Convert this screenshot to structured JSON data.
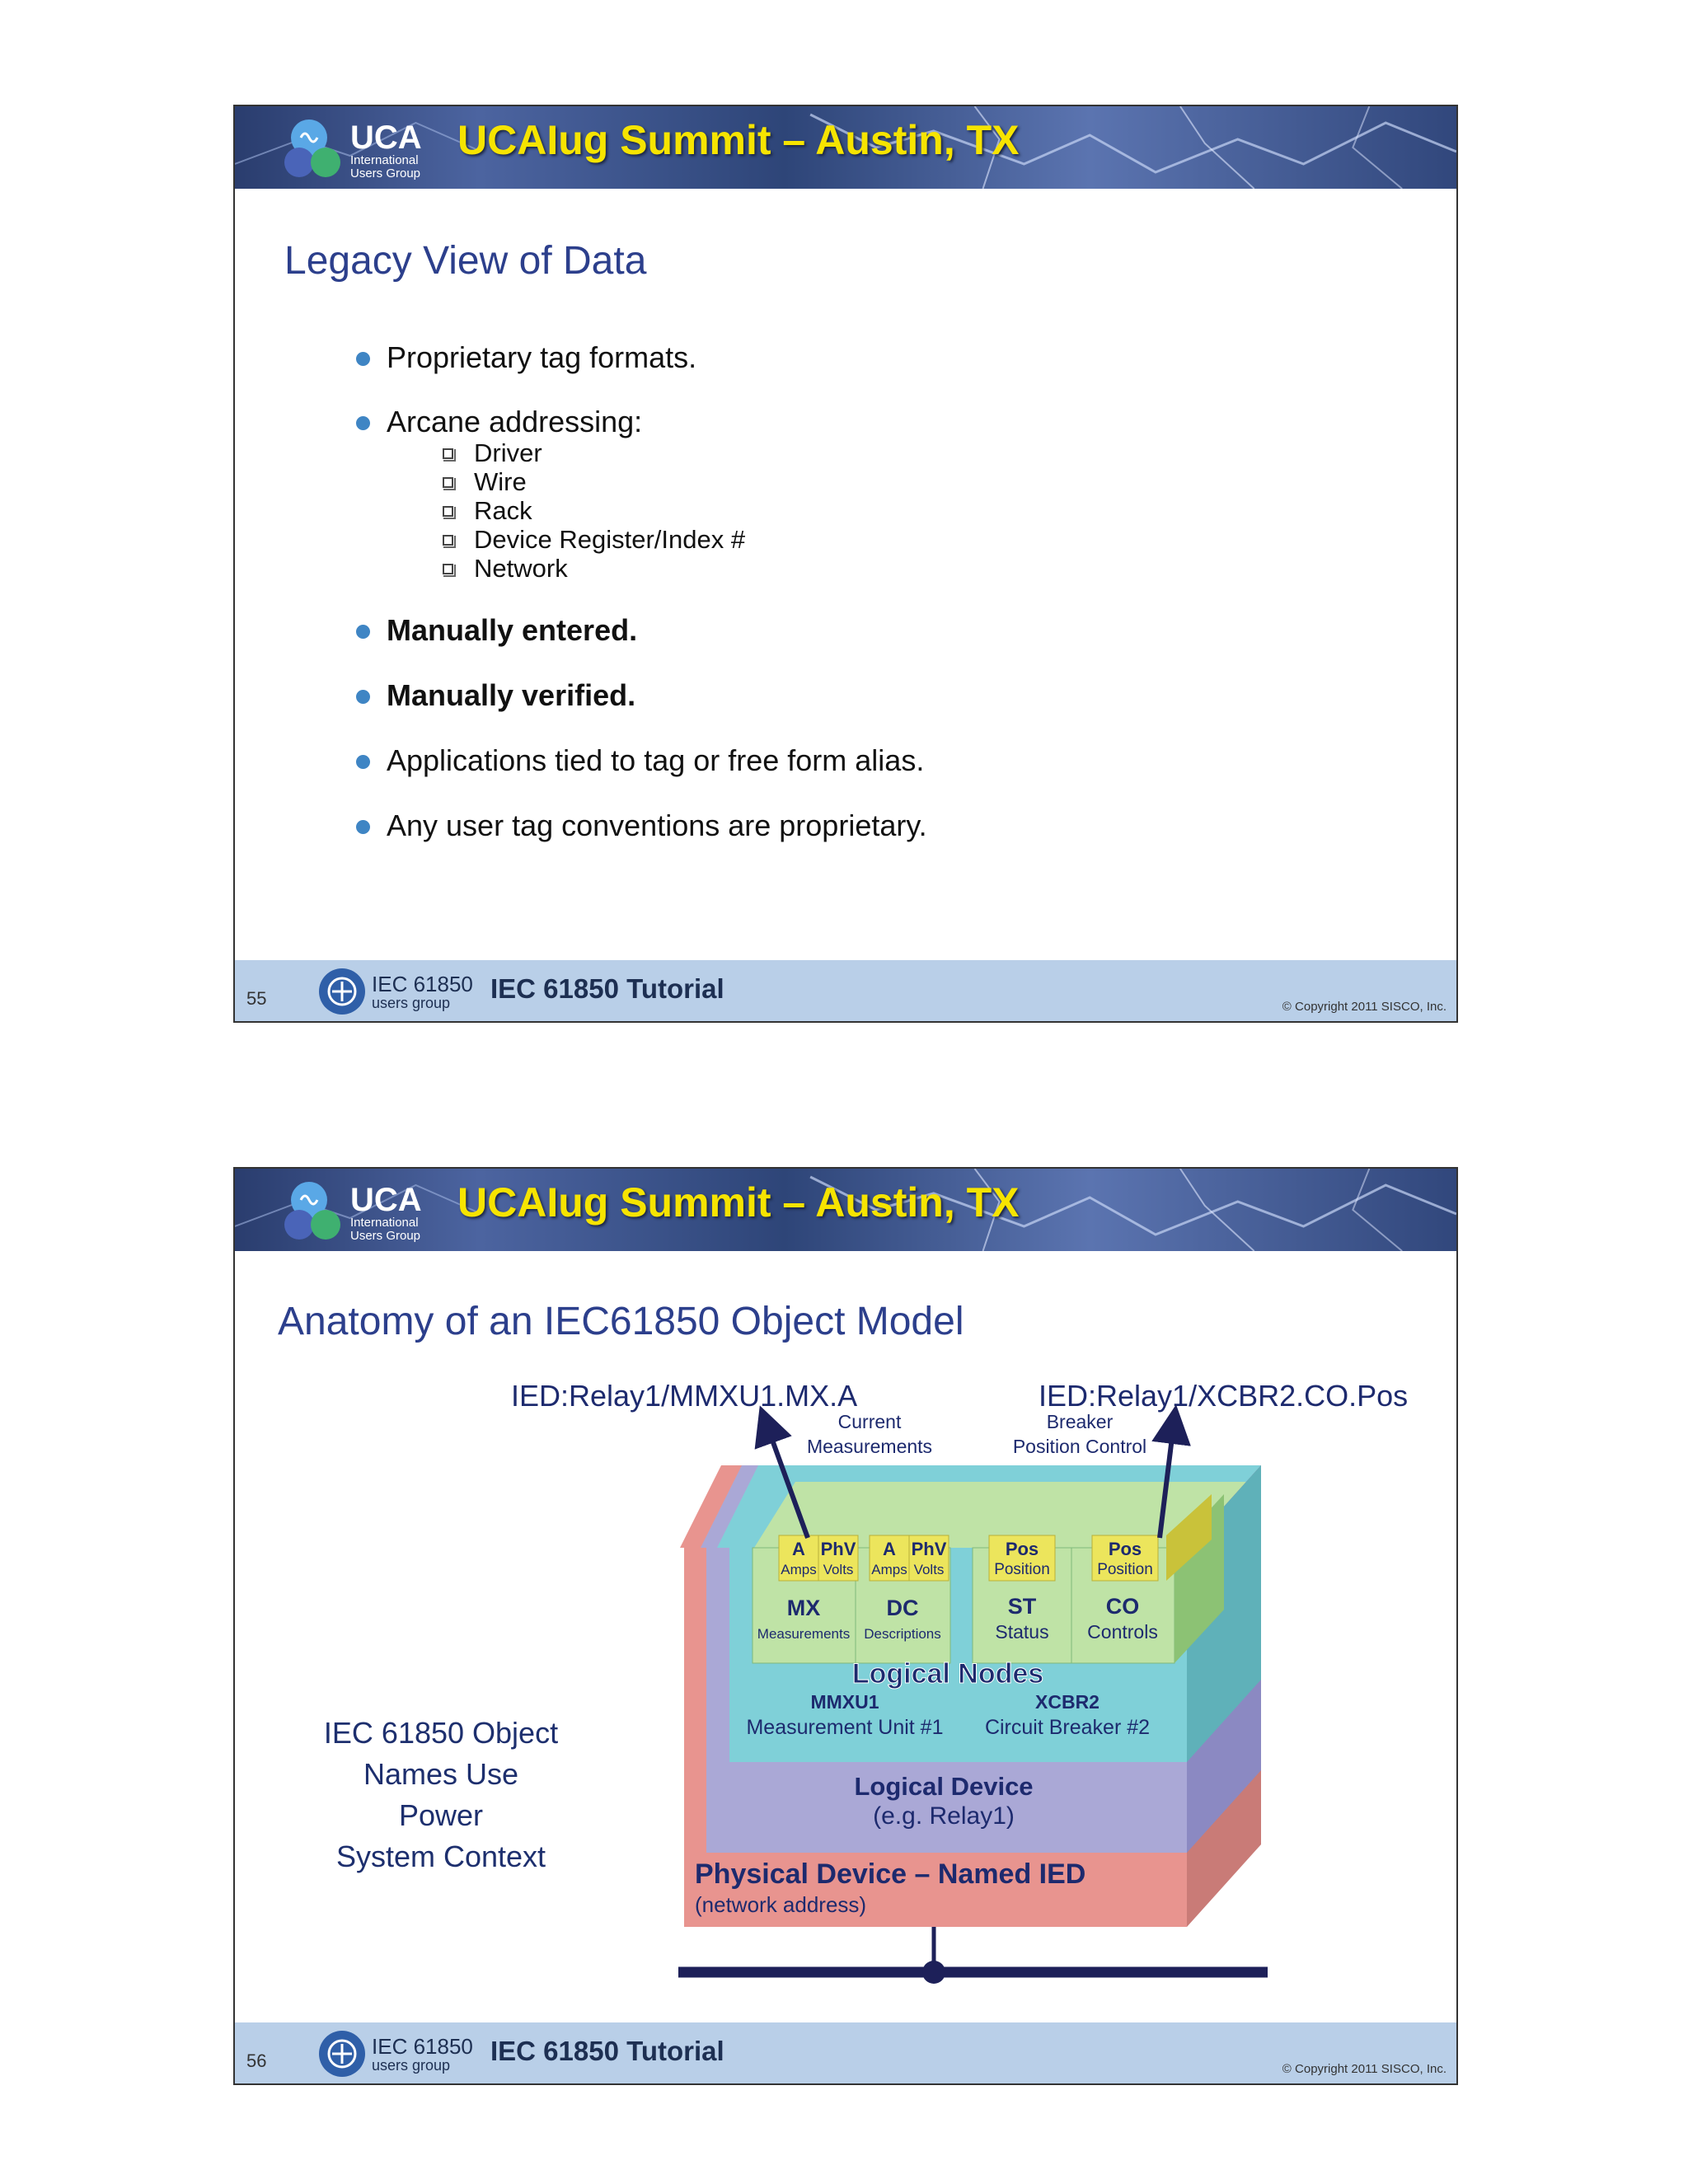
{
  "banner": {
    "title": "UCAIug Summit – Austin, TX",
    "logo_text": "UCA",
    "logo_sub1": "International",
    "logo_sub2": "Users Group"
  },
  "footer": {
    "logo_text": "IEC 61850",
    "logo_sub": "users group",
    "title": "IEC 61850 Tutorial",
    "copyright": "© Copyright 2011 SISCO, Inc."
  },
  "slide1": {
    "page_number": "55",
    "title": "Legacy View of Data",
    "bullets": [
      "Proprietary tag formats.",
      "Arcane addressing:",
      "Manually entered.",
      "Manually verified.",
      "Applications tied to tag or free form alias.",
      "Any user tag conventions are proprietary."
    ],
    "sub_items": [
      "Driver",
      "Wire",
      "Rack",
      "Device Register/Index #",
      "Network"
    ]
  },
  "slide2": {
    "page_number": "56",
    "title": "Anatomy of an IEC61850 Object Model",
    "side_note": [
      "IEC 61850 Object",
      "Names Use Power",
      "System Context"
    ],
    "diagram": {
      "path_left": "IED:Relay1/MMXU1.MX.A",
      "path_right": "IED:Relay1/XCBR2.CO.Pos",
      "left_caption": [
        "Current",
        "Measurements"
      ],
      "right_caption": [
        "Breaker",
        "Position Control"
      ],
      "data_objects": [
        {
          "name": "A",
          "desc": "Amps"
        },
        {
          "name": "PhV",
          "desc": "Volts"
        },
        {
          "name": "A",
          "desc": "Amps"
        },
        {
          "name": "PhV",
          "desc": "Volts"
        },
        {
          "name": "Pos",
          "desc": "Position"
        },
        {
          "name": "Pos",
          "desc": "Position"
        }
      ],
      "functional_constraints": [
        {
          "name": "MX",
          "desc": "Measurements"
        },
        {
          "name": "DC",
          "desc": "Descriptions"
        },
        {
          "name": "ST",
          "desc": "Status"
        },
        {
          "name": "CO",
          "desc": "Controls"
        }
      ],
      "logical_nodes": {
        "title": "Logical Nodes",
        "left_name": "MMXU1",
        "left_desc": "Measurement Unit #1",
        "right_name": "XCBR2",
        "right_desc": "Circuit Breaker #2"
      },
      "logical_device": {
        "title": "Logical Device",
        "desc": "(e.g. Relay1)"
      },
      "physical_device": {
        "title": "Physical Device – Named IED",
        "desc": "(network address)"
      },
      "colors": {
        "physical": "#e8948f",
        "logical_device": "#aaa8d6",
        "logical_nodes": "#7fd0d8",
        "fc": "#bfe3a6",
        "data_object": "#ece55c",
        "text_dark": "#1d2a6e",
        "network": "#1d2059"
      }
    }
  }
}
